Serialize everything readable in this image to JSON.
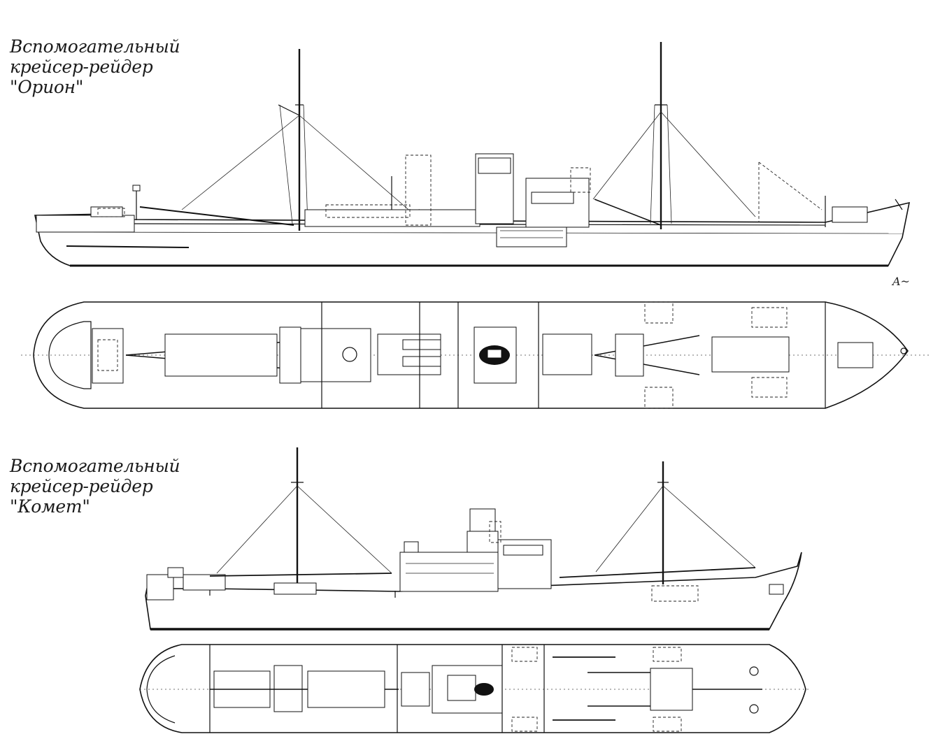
{
  "captions": {
    "orion": {
      "line1": "Вспомогательный",
      "line2": "крейсер-рейдер",
      "line3": "\"Орион\""
    },
    "komet": {
      "line1": "Вспомогательный",
      "line2": "крейсер-рейдер",
      "line3": "\"Комет\""
    }
  },
  "colors": {
    "ink": "#111111",
    "paper": "#ffffff"
  }
}
